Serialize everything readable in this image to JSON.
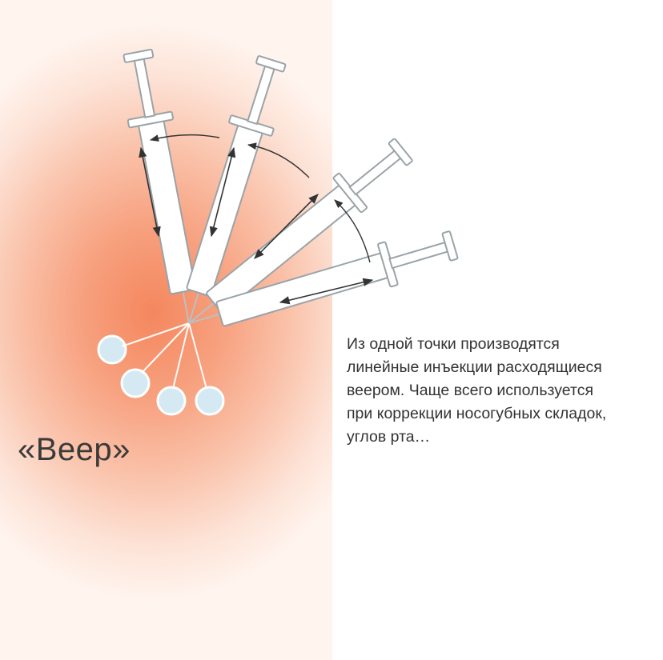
{
  "title": "«Веер»",
  "caption_lines": [
    "Из одной точки производятся",
    "линейные инъекции расходящиеся",
    "веером. Чаще всего используется",
    "при коррекции носогубных складок,",
    "углов рта…"
  ],
  "colors": {
    "skin_center": "#f4875e",
    "skin_edge": "#fde3d7",
    "dot_fill": "#d5e9f2",
    "syringe_outline": "#9aa3a8",
    "arrow": "#333333"
  },
  "icons": [
    "syringe-icon",
    "double-arrow-icon",
    "curved-arrow-icon",
    "injection-point-icon"
  ]
}
